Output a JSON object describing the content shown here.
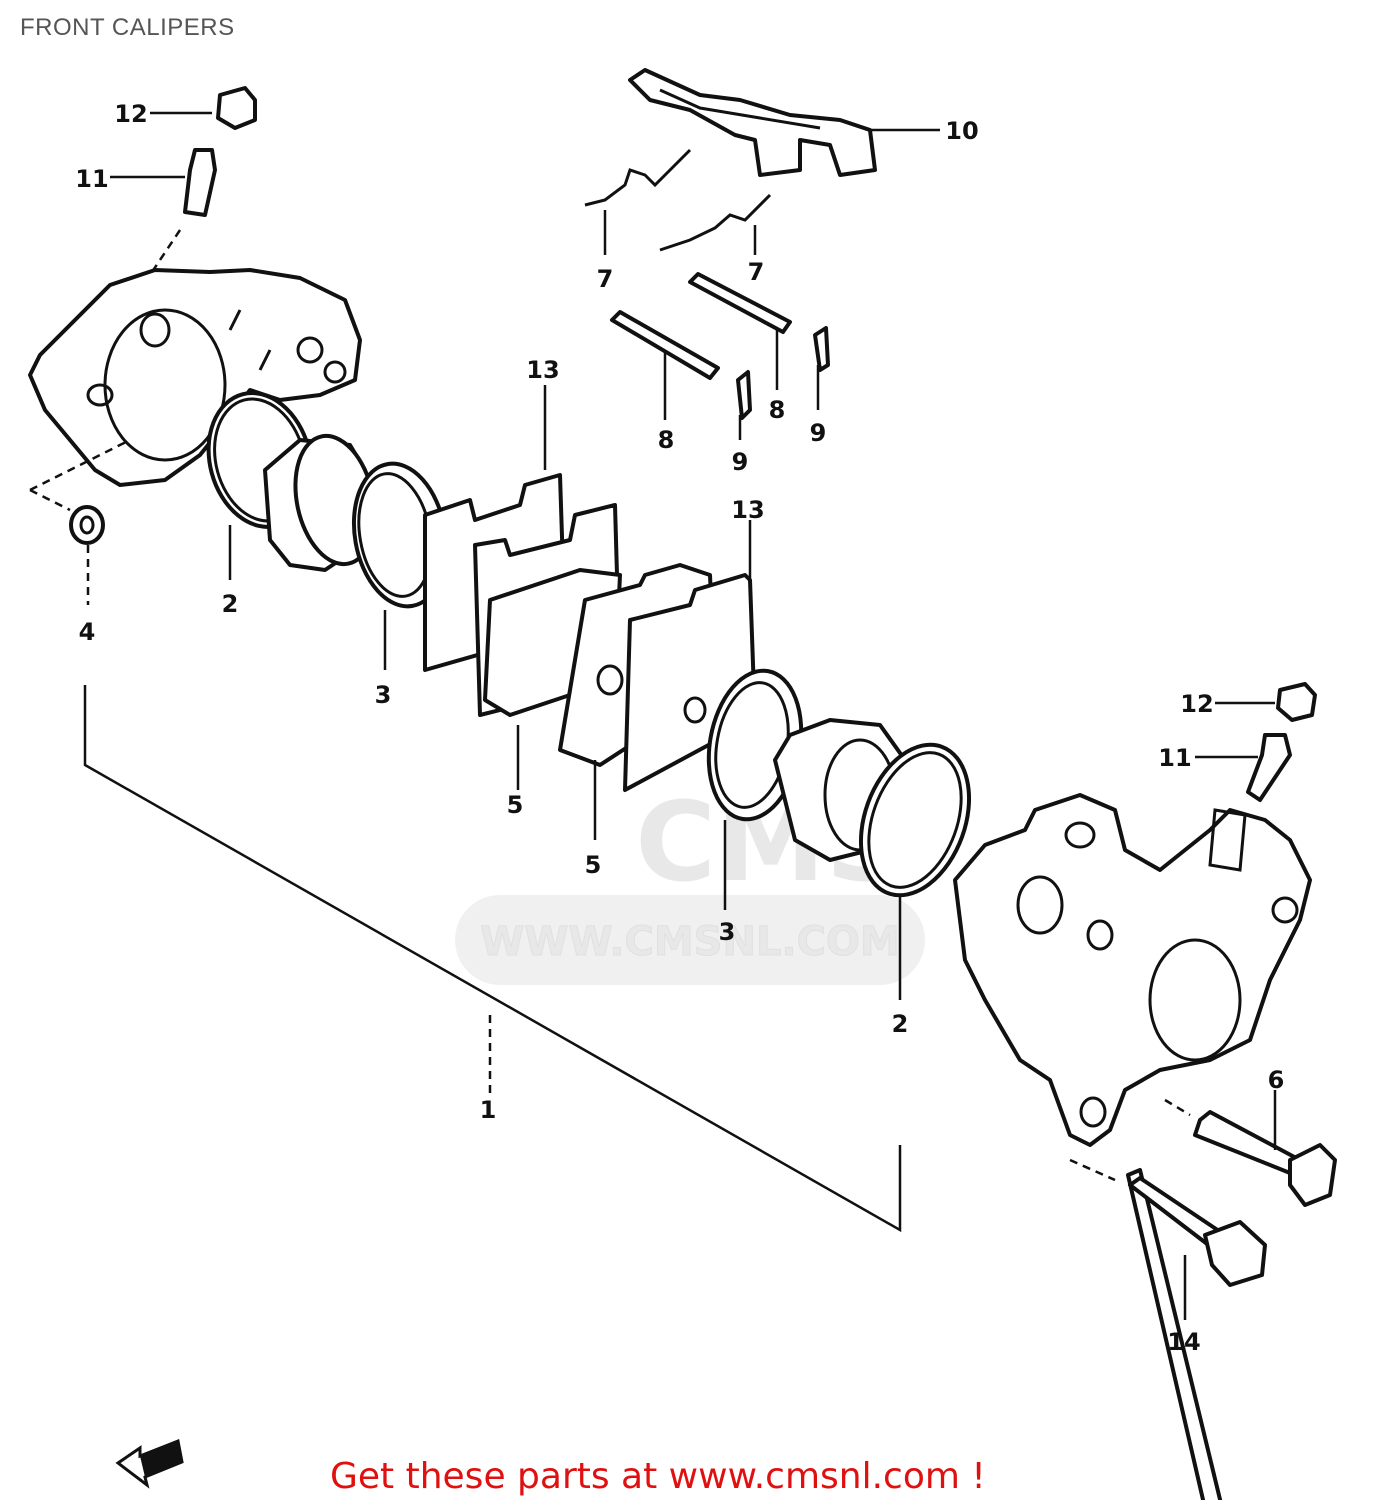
{
  "title": "FRONT CALIPERS",
  "footer": "Get these parts at www.cmsnl.com !",
  "watermark": {
    "brand": "CMS",
    "url": "WWW.CMSNL.COM"
  },
  "parts": [
    {
      "id": "p1",
      "label": "1"
    },
    {
      "id": "p2a",
      "label": "2"
    },
    {
      "id": "p2b",
      "label": "2"
    },
    {
      "id": "p3a",
      "label": "3"
    },
    {
      "id": "p3b",
      "label": "3"
    },
    {
      "id": "p4",
      "label": "4"
    },
    {
      "id": "p5a",
      "label": "5"
    },
    {
      "id": "p5b",
      "label": "5"
    },
    {
      "id": "p6",
      "label": "6"
    },
    {
      "id": "p7a",
      "label": "7"
    },
    {
      "id": "p7b",
      "label": "7"
    },
    {
      "id": "p8a",
      "label": "8"
    },
    {
      "id": "p8b",
      "label": "8"
    },
    {
      "id": "p9a",
      "label": "9"
    },
    {
      "id": "p9b",
      "label": "9"
    },
    {
      "id": "p10",
      "label": "10"
    },
    {
      "id": "p11a",
      "label": "11"
    },
    {
      "id": "p11b",
      "label": "11"
    },
    {
      "id": "p12a",
      "label": "12"
    },
    {
      "id": "p12b",
      "label": "12"
    },
    {
      "id": "p13a",
      "label": "13"
    },
    {
      "id": "p13b",
      "label": "13"
    },
    {
      "id": "p14",
      "label": "14"
    }
  ]
}
